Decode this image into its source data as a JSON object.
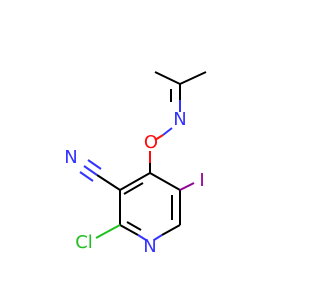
{
  "molecule": {
    "atom_labels": {
      "oxime_n": "N",
      "ether_o": "O",
      "nitrile_n": "N",
      "iodine": "I",
      "chlorine": "Cl",
      "ring_n": "N"
    },
    "colors": {
      "carbon_bond": "#000000",
      "nitrogen": "#3333ff",
      "oxygen": "#ff0d0d",
      "chlorine": "#1fbf1f",
      "iodine": "#940094",
      "background": "#ffffff"
    }
  }
}
